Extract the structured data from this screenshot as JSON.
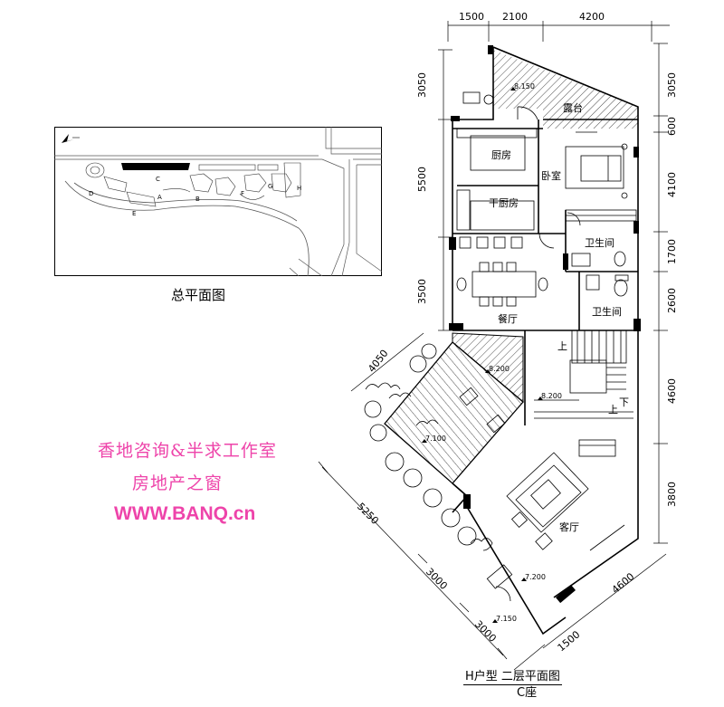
{
  "site_plan": {
    "title": "总平面图",
    "block_labels": [
      "A",
      "B",
      "C",
      "D",
      "E",
      "F",
      "G",
      "H"
    ]
  },
  "watermark": {
    "line1": "香地咨询&半求工作室",
    "line2": "房地产之窗",
    "line3": "WWW.BANQ.cn",
    "color": "#ee44aa"
  },
  "floor_plan": {
    "title": "H户型 二层平面图",
    "subtitle": "C座",
    "rooms": {
      "kitchen": "厨房",
      "dry_kitchen": "干厨房",
      "bedroom": "卧室",
      "terrace": "露台",
      "bath1": "卫生间",
      "bath2": "卫生间",
      "dining": "餐厅",
      "living": "客厅",
      "up": "上",
      "down": "下",
      "up2": "上"
    },
    "elevations": {
      "terrace": "8.150",
      "e1": "8.200",
      "e2": "8.200",
      "e3": "7.100",
      "e4": "7.200",
      "e5": "7.150"
    },
    "dims_top": [
      "1500",
      "2100",
      "4200"
    ],
    "dims_left": [
      "3050",
      "5500",
      "3500"
    ],
    "dims_right": [
      "3050",
      "600",
      "4100",
      "1700",
      "2600",
      "4600",
      "3800"
    ],
    "dims_diag_left": [
      "4050",
      "5250",
      "3000",
      "3000"
    ],
    "dims_diag_right": [
      "4600",
      "1500"
    ]
  }
}
